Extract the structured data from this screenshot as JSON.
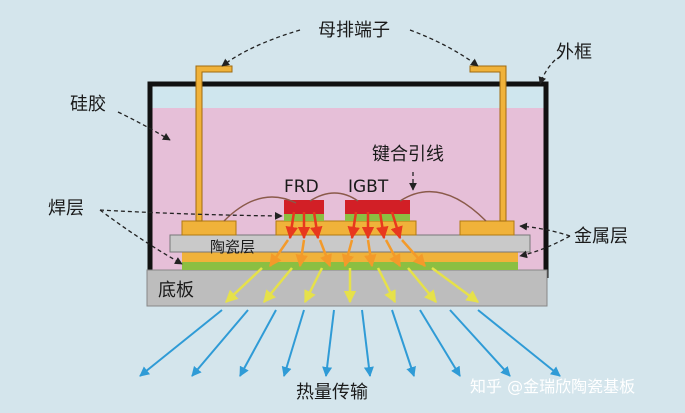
{
  "labels": {
    "terminal": "母排端子",
    "frame": "外框",
    "silicone": "硅胶",
    "bond_wire": "键合引线",
    "frd": "FRD",
    "igbt": "IGBT",
    "solder": "焊层",
    "metal": "金属层",
    "ceramic": "陶瓷层",
    "base": "底板",
    "heat": "热量传输"
  },
  "watermark": "知乎 @金瑞欣陶瓷基板",
  "colors": {
    "background": "#d4e5ec",
    "silicone": "#e6bfd8",
    "frame": "#111111",
    "copper": "#f0b23a",
    "solder": "#8bbf42",
    "ceramic": "#c9c9c9",
    "baseplate": "#bdbdbd",
    "chip": "#d21f26",
    "heat_arrow_near": "#e8381e",
    "heat_arrow_mid": "#f39a2a",
    "heat_arrow_low": "#e6e14a",
    "heat_arrow_out": "#2f9bd6"
  }
}
